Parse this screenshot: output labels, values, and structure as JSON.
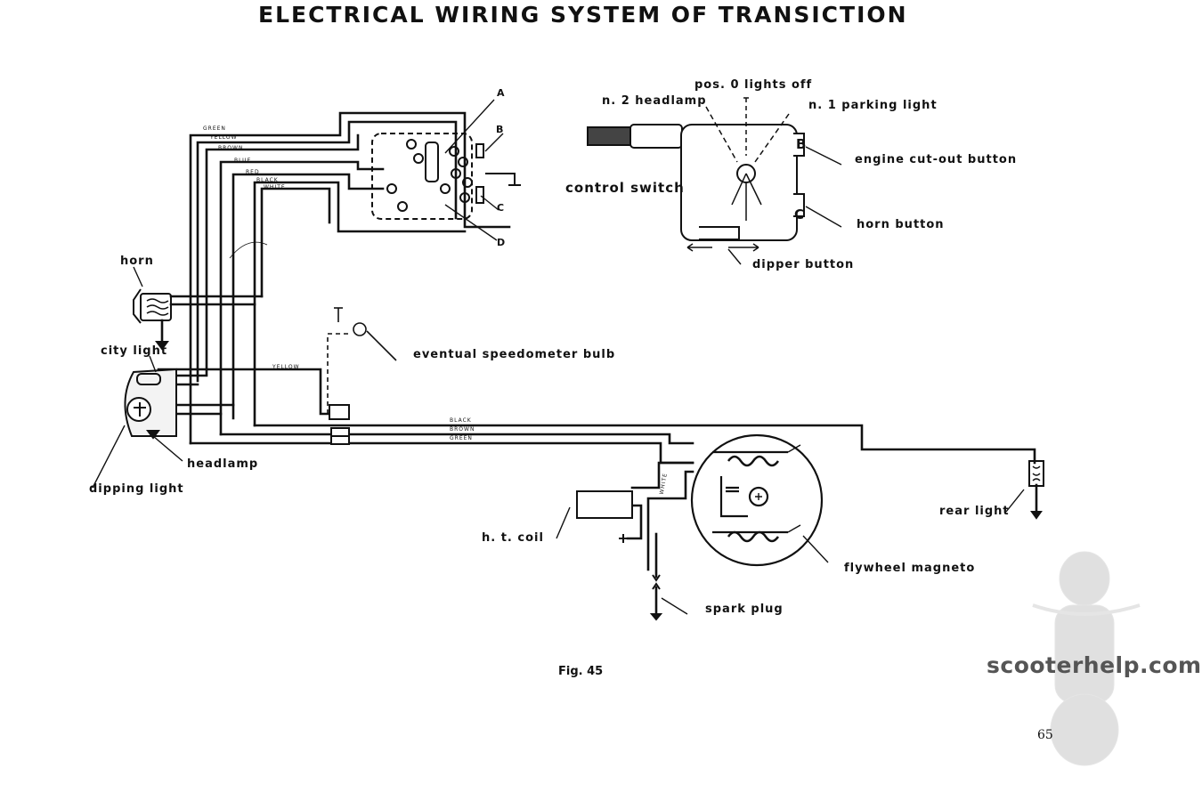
{
  "title": "ELECTRICAL WIRING SYSTEM OF TRANSICTION",
  "figure": "Fig. 45",
  "page_number": "65",
  "watermark": "scooterhelp.com",
  "wiring_labels": {
    "horn": "horn",
    "city_light": "city light",
    "headlamp": "headlamp",
    "dipping_light": "dipping light",
    "speedometer_bulb": "eventual speedometer bulb",
    "ht_coil": "h. t. coil",
    "spark_plug": "spark plug",
    "flywheel_magneto": "flywheel magneto",
    "rear_light": "rear light"
  },
  "switch_letters": {
    "a": "A",
    "b": "B",
    "c": "C",
    "d": "D"
  },
  "wire_colours": {
    "green": "GREEN",
    "yellow": "YELLOW",
    "brown": "BROWN",
    "blue": "BLUE",
    "red": "RED",
    "black": "BLACK",
    "white": "WHITE",
    "yellow_mid": "YELLOW",
    "black_main": "BLACK",
    "brown_main": "BROWN",
    "green_main": "GREEN",
    "white_coil": "WHITE"
  },
  "control_switch": {
    "label": "control switch",
    "pos0": "pos. 0 lights off",
    "headlamp": "n. 2 headlamp",
    "parking": "n. 1 parking light",
    "cutout": "engine cut-out button",
    "horn_button": "horn button",
    "dipper": "dipper button",
    "letter_b": "B",
    "letter_c": "C"
  }
}
